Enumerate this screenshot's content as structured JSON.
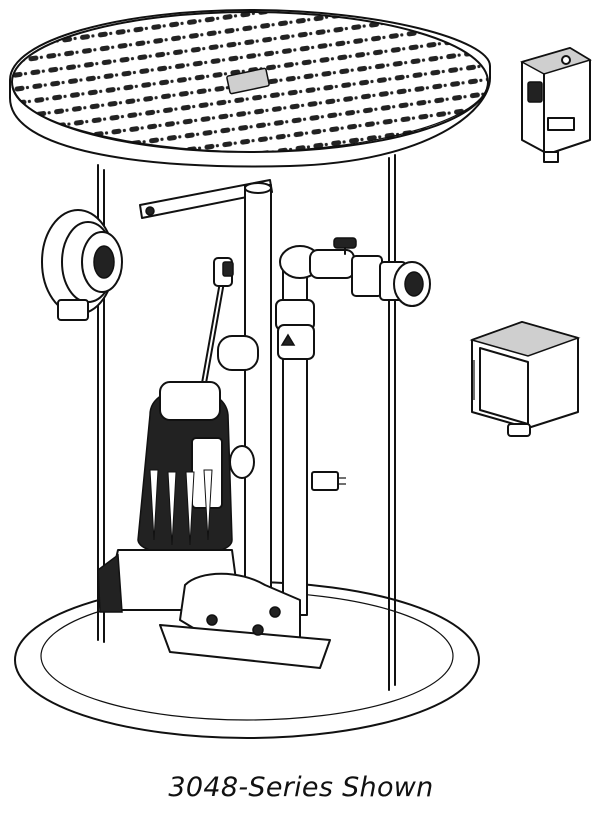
{
  "caption": "3048-Series Shown",
  "colors": {
    "line": "#111111",
    "background": "#ffffff",
    "dark_fill": "#222222",
    "grey_fill": "#cfcfcf"
  },
  "components": [
    "grated-basin-cover",
    "basin-tank",
    "inlet-hub",
    "discharge-pipe",
    "check-valve",
    "ball-valve",
    "union-fitting",
    "float-switch",
    "submersible-pump",
    "guide-rail-base",
    "alarm-unit",
    "control-box"
  ]
}
